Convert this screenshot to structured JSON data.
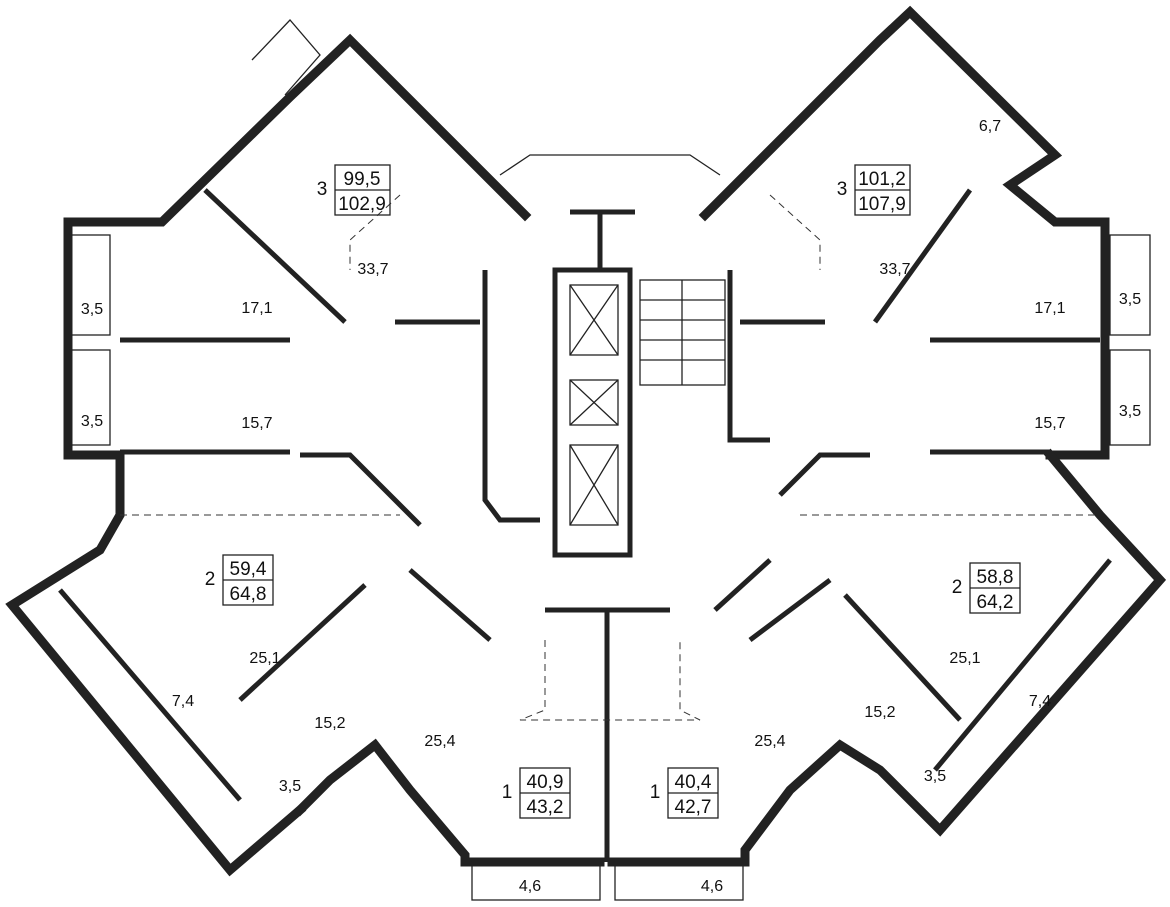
{
  "apartments": [
    {
      "rooms": "3",
      "living_area": "99,5",
      "total_area": "102,9"
    },
    {
      "rooms": "3",
      "living_area": "101,2",
      "total_area": "107,9"
    },
    {
      "rooms": "2",
      "living_area": "59,4",
      "total_area": "64,8"
    },
    {
      "rooms": "2",
      "living_area": "58,8",
      "total_area": "64,2"
    },
    {
      "rooms": "1",
      "living_area": "40,9",
      "total_area": "43,2"
    },
    {
      "rooms": "1",
      "living_area": "40,4",
      "total_area": "42,7"
    }
  ],
  "rooms": [
    "33,7",
    "17,1",
    "15,7",
    "3,5",
    "3,5",
    "33,7",
    "17,1",
    "15,7",
    "3,5",
    "3,5",
    "6,7",
    "25,1",
    "7,4",
    "15,2",
    "3,5",
    "25,1",
    "7,4",
    "15,2",
    "3,5",
    "25,4",
    "25,4",
    "4,6",
    "4,6"
  ]
}
